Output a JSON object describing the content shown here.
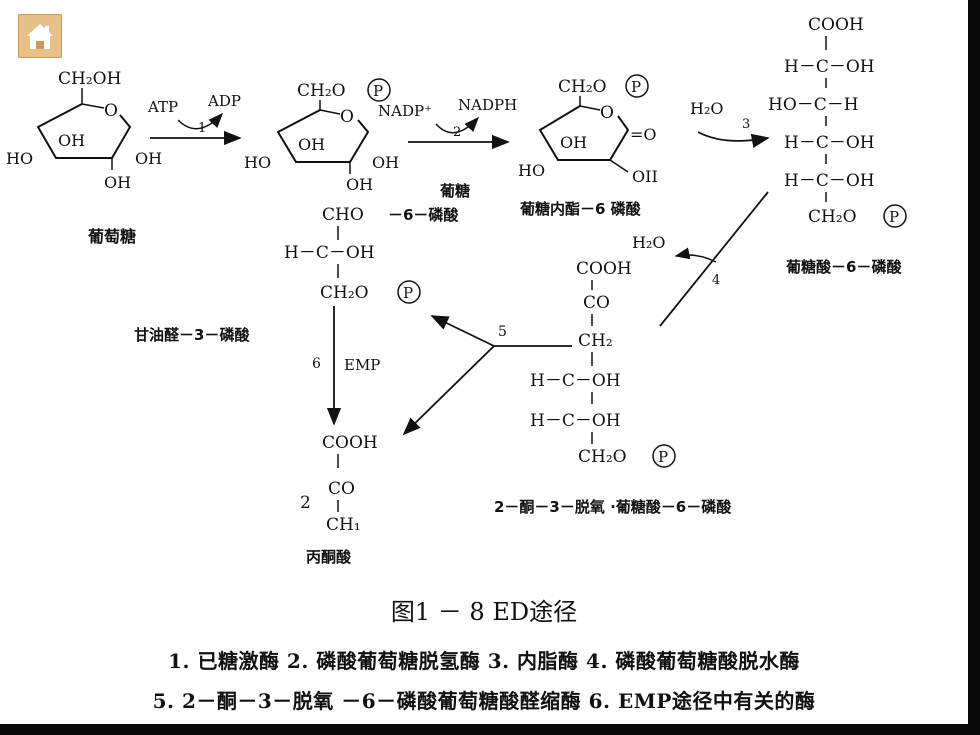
{
  "home_icon": "house-icon",
  "colors": {
    "background": "#ffffff",
    "frame": "#0a0a0a",
    "home_button": "#e8c08a",
    "ink": "#111111"
  },
  "phosphate_symbol": "P",
  "caption": {
    "title": "图1 － 8   ED途径",
    "enzymes_line1": "1. 已糖激酶   2. 磷酸葡萄糖脱氢酶   3. 内脂酶   4. 磷酸葡萄糖酸脱水酶",
    "enzymes_line2": "5. 2－酮－3－脱氧 －6－磷酸葡萄糖酸醛缩酶   6. EMP途径中有关的酶"
  },
  "compounds": {
    "glucose": {
      "name": "葡萄糖",
      "ch2oh": "CH₂OH",
      "ring_o": "O",
      "oh": "OH",
      "ho": "HO"
    },
    "g6p": {
      "name_line1": "葡糖",
      "name_line2": "－6－磷酸",
      "ch2o": "CH₂O",
      "ring_o": "O",
      "oh": "OH",
      "ho": "HO"
    },
    "lactone": {
      "name": "葡糖内酯－6 磷酸",
      "ch2o": "CH₂O",
      "ring_o": "O",
      "oh": "OH",
      "ho": "HO",
      "carbonyl": "=O",
      "oh_alt": "OII"
    },
    "gluconate6p": {
      "name": "葡糖酸－6－磷酸",
      "c1": "COOH",
      "c2": "H－C－OH",
      "c3": "HO－C－H",
      "c4": "H－C－OH",
      "c5": "H－C－OH",
      "c6": "CH₂O"
    },
    "g3p": {
      "name": "甘油醛－3－磷酸",
      "c1": "CHO",
      "c2": "H－C－OH",
      "c3": "CH₂O"
    },
    "kdpg": {
      "name": "2－酮－3－脱氧 ·葡糖酸－6－磷酸",
      "c1": "COOH",
      "c2": "CO",
      "c3": "CH₂",
      "c4": "H－C－OH",
      "c5": "H－C－OH",
      "c6": "CH₂O"
    },
    "pyruvate": {
      "name": "丙酮酸",
      "c1": "COOH",
      "c2": "CO",
      "c3": "CH₁"
    }
  },
  "reactions": {
    "r1": {
      "num": "1",
      "in": "ATP",
      "out": "ADP"
    },
    "r2": {
      "num": "2",
      "in": "NADP⁺",
      "out": "NADPH"
    },
    "r3": {
      "num": "3",
      "in": "H₂O"
    },
    "r4": {
      "num": "4",
      "out": "H₂O"
    },
    "r5": {
      "num": "5"
    },
    "r6": {
      "num": "6",
      "label": "EMP"
    },
    "pyruvate_count": "2"
  }
}
